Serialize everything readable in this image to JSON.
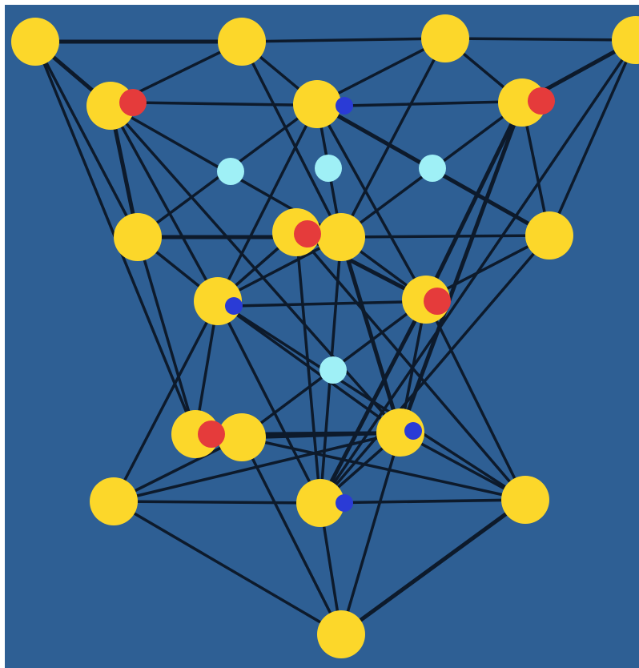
{
  "diagram": {
    "background_color": "#2e5f94",
    "edge_color": "#0d1a2b",
    "node_types": {
      "large": {
        "color": "#fcd72a"
      },
      "red": {
        "color": "#e53b3b"
      },
      "blue": {
        "color": "#2a3bd6"
      },
      "cyan": {
        "color": "#9ff0f6"
      }
    },
    "nodes": [
      {
        "id": "T1",
        "type": "large"
      },
      {
        "id": "T2",
        "type": "large"
      },
      {
        "id": "T3",
        "type": "large"
      },
      {
        "id": "T4",
        "type": "large"
      },
      {
        "id": "Y1",
        "type": "large"
      },
      {
        "id": "Y2",
        "type": "large"
      },
      {
        "id": "Y3",
        "type": "large"
      },
      {
        "id": "R1",
        "type": "red"
      },
      {
        "id": "B1",
        "type": "blue"
      },
      {
        "id": "R2",
        "type": "red"
      },
      {
        "id": "C1",
        "type": "cyan"
      },
      {
        "id": "C2",
        "type": "cyan"
      },
      {
        "id": "C3",
        "type": "cyan"
      },
      {
        "id": "M1",
        "type": "large"
      },
      {
        "id": "M2",
        "type": "large"
      },
      {
        "id": "M3",
        "type": "large"
      },
      {
        "id": "Y4",
        "type": "large"
      },
      {
        "id": "R3",
        "type": "red"
      },
      {
        "id": "Y5",
        "type": "large"
      },
      {
        "id": "B2",
        "type": "blue"
      },
      {
        "id": "Y6",
        "type": "large"
      },
      {
        "id": "R4",
        "type": "red"
      },
      {
        "id": "C4",
        "type": "cyan"
      },
      {
        "id": "Y7",
        "type": "large"
      },
      {
        "id": "R5",
        "type": "red"
      },
      {
        "id": "L1",
        "type": "large"
      },
      {
        "id": "Y8",
        "type": "large"
      },
      {
        "id": "B3",
        "type": "blue"
      },
      {
        "id": "L2",
        "type": "large"
      },
      {
        "id": "Y9",
        "type": "large"
      },
      {
        "id": "B4",
        "type": "blue"
      },
      {
        "id": "L3",
        "type": "large"
      },
      {
        "id": "BOT",
        "type": "large"
      }
    ],
    "edges": [
      [
        "T1",
        "T2"
      ],
      [
        "T2",
        "T3"
      ],
      [
        "T3",
        "T4"
      ],
      [
        "R1",
        "B1"
      ],
      [
        "B1",
        "R2"
      ],
      [
        "M1",
        "M2"
      ],
      [
        "M2",
        "M3"
      ],
      [
        "B2",
        "R4"
      ],
      [
        "L2",
        "Y9"
      ],
      [
        "L1",
        "L3"
      ],
      [
        "T1",
        "Y1"
      ],
      [
        "T2",
        "Y1"
      ],
      [
        "T2",
        "Y2"
      ],
      [
        "T3",
        "Y2"
      ],
      [
        "T3",
        "Y3"
      ],
      [
        "T4",
        "Y3"
      ],
      [
        "T1",
        "M1"
      ],
      [
        "T4",
        "M3"
      ],
      [
        "T2",
        "M2"
      ],
      [
        "T3",
        "M2"
      ],
      [
        "Y1",
        "M1"
      ],
      [
        "Y1",
        "Y5"
      ],
      [
        "Y1",
        "M2"
      ],
      [
        "Y2",
        "M1"
      ],
      [
        "Y2",
        "M2"
      ],
      [
        "Y2",
        "M3"
      ],
      [
        "Y2",
        "Y5"
      ],
      [
        "Y2",
        "Y6"
      ],
      [
        "Y3",
        "M3"
      ],
      [
        "Y3",
        "M2"
      ],
      [
        "Y3",
        "Y6"
      ],
      [
        "M1",
        "Y5"
      ],
      [
        "M1",
        "Y7"
      ],
      [
        "M2",
        "Y5"
      ],
      [
        "M2",
        "Y6"
      ],
      [
        "M2",
        "Y8"
      ],
      [
        "M2",
        "Y9"
      ],
      [
        "M3",
        "Y6"
      ],
      [
        "M3",
        "Y9"
      ],
      [
        "Y5",
        "Y4"
      ],
      [
        "Y6",
        "Y4"
      ],
      [
        "Y5",
        "Y7"
      ],
      [
        "Y5",
        "L2"
      ],
      [
        "Y5",
        "Y8"
      ],
      [
        "Y5",
        "Y9"
      ],
      [
        "Y6",
        "Y9"
      ],
      [
        "Y6",
        "Y8"
      ],
      [
        "Y6",
        "L2"
      ],
      [
        "Y5",
        "L3"
      ],
      [
        "Y6",
        "L1"
      ],
      [
        "Y7",
        "L1"
      ],
      [
        "L2",
        "L1"
      ],
      [
        "L2",
        "Y8"
      ],
      [
        "Y9",
        "L3"
      ],
      [
        "Y8",
        "Y9"
      ],
      [
        "L1",
        "Y8"
      ],
      [
        "L3",
        "Y8"
      ],
      [
        "L1",
        "BOT"
      ],
      [
        "L3",
        "BOT"
      ],
      [
        "Y8",
        "BOT"
      ],
      [
        "L2",
        "BOT"
      ],
      [
        "Y9",
        "BOT"
      ],
      [
        "T1",
        "Y7"
      ],
      [
        "T4",
        "Y9"
      ],
      [
        "Y1",
        "Y8"
      ],
      [
        "Y3",
        "Y8"
      ],
      [
        "Y7",
        "Y8"
      ],
      [
        "L2",
        "Y4"
      ],
      [
        "Y9",
        "Y4"
      ]
    ]
  }
}
